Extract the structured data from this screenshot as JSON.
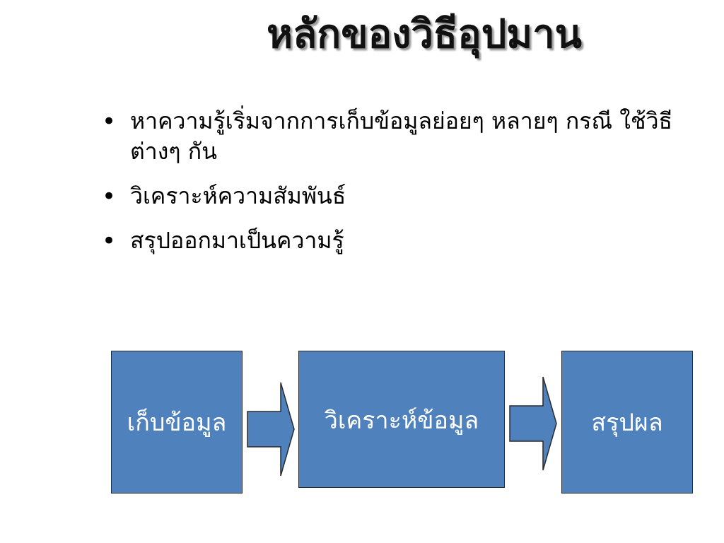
{
  "slide": {
    "title": "หลักของวิธีอุปมาน",
    "bullets": [
      "หาความรู้เริ่มจากการเก็บข้อมูลย่อยๆ หลายๆ กรณี ใช้วิธีต่างๆ กัน",
      "วิเคราะห์ความสัมพันธ์",
      "สรุปออกมาเป็นความรู้"
    ],
    "bullet_symbol": "•"
  },
  "flow": {
    "steps": [
      "เก็บข้อมูล",
      "วิเคราะห์ข้อมูล",
      "สรุปผล"
    ],
    "box_color": "#4f81bd",
    "text_color": "#ffffff"
  }
}
